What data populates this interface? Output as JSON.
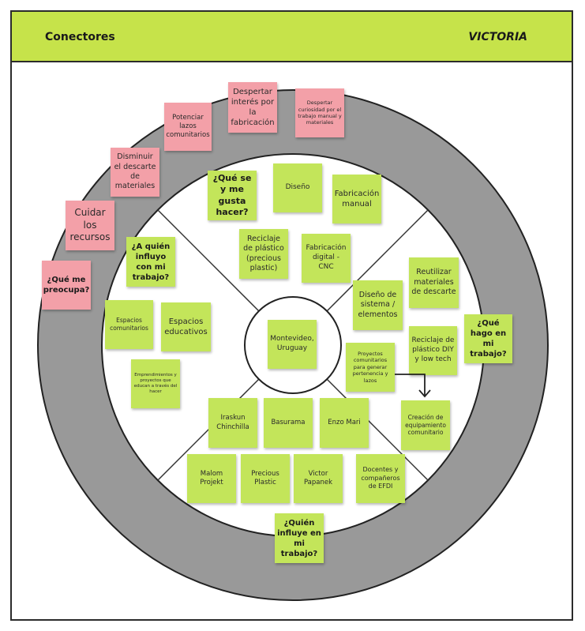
{
  "header": {
    "title": "Conectores",
    "name": "VICTORIA"
  },
  "colors": {
    "header_bg": "#c6e34a",
    "note_green": "#c3e55a",
    "note_pink": "#f3a0a8",
    "outer_ring": "#999999",
    "inner_circle": "#ffffff"
  },
  "outer_ring_notes": {
    "despertar_interes": "Despertar interés por la fabricación",
    "despertar_curiosidad": "Despertar curiosidad por el trabajo manual y materiales",
    "potenciar_lazos": "Potenciar lazos comunitarios",
    "disminuir_descarte": "Disminuir el descarte de materiales",
    "cuidar_recursos": "Cuidar los recursos",
    "que_me_preocupa": "¿Qué me preocupa?",
    "que_hago": "¿Qué hago en mi trabajo?"
  },
  "top_quadrant": {
    "question": "¿Qué se y me gusta hacer?",
    "items": [
      "Diseño",
      "Fabricación manual",
      "Reciclaje de plástico (precious plastic)",
      "Fabricación digital - CNC"
    ]
  },
  "left_quadrant": {
    "question": "¿A quién influyo con mi trabajo?",
    "items": [
      "Espacios comunitarios",
      "Espacios educativos",
      "Emprendimientos y proyectos que educan a través del hacer"
    ]
  },
  "right_quadrant": {
    "items": [
      "Reutilizar materiales de descarte",
      "Diseño de sistema / elementos",
      "Reciclaje de plástico DIY y low tech",
      "Proyectos comunitarios para generar pertenencia y lazos",
      "Creación de equipamiento comunitario"
    ]
  },
  "bottom_quadrant": {
    "question": "¿Quién influye en mi trabajo?",
    "items": [
      "Iraskun Chinchilla",
      "Basurama",
      "Enzo Mari",
      "Malom Projekt",
      "Precious Plastic",
      "Victor Papanek",
      "Docentes y compañeros de EFDI"
    ]
  },
  "center": {
    "label": "Montevideo, Uruguay"
  }
}
